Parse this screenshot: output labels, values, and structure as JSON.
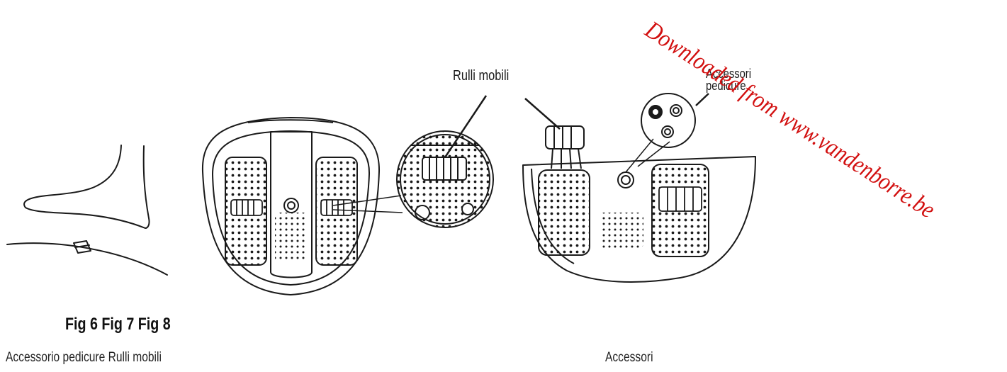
{
  "figure_caption": "Fig 6 Fig 7 Fig 8",
  "subcaption_left": "Accessorio pedicure Rulli mobili",
  "subcaption_right": "Accessori",
  "callouts": {
    "rulli_mobili": "Rulli mobili",
    "accessori_pedicure_line1": "Accessori",
    "accessori_pedicure_line2": "pedicure"
  },
  "watermark": "Downloaded from www.vandenborre.be",
  "colors": {
    "line_art": "#1a1a1a",
    "watermark": "#d21010",
    "background": "#ffffff"
  }
}
